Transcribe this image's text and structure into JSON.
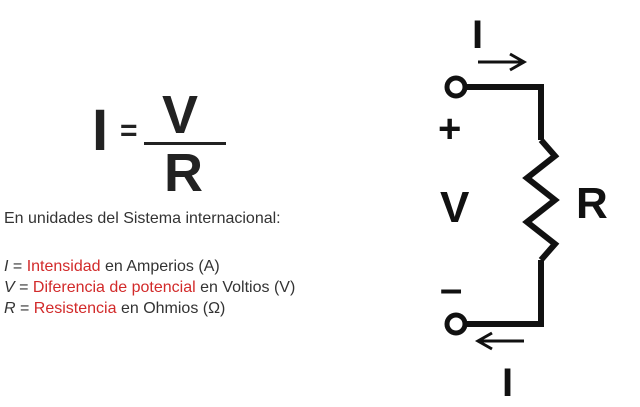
{
  "formula": {
    "lhs": "I",
    "equals": "=",
    "numerator": "V",
    "denominator": "R"
  },
  "units_title": "En unidades del Sistema internacional:",
  "definitions": [
    {
      "symbol": "I",
      "eq": " = ",
      "term": "Intensidad",
      "rest": " en Amperios (A)"
    },
    {
      "symbol": "V",
      "eq": " = ",
      "term": "Diferencia de potencial",
      "rest": " en Voltios (V)"
    },
    {
      "symbol": "R",
      "eq": " = ",
      "term": "Resistencia",
      "rest": " en Ohmios (Ω)"
    }
  ],
  "circuit": {
    "current_top": "I",
    "current_bottom": "I",
    "plus": "+",
    "minus": "–",
    "voltage": "V",
    "resistor": "R"
  },
  "colors": {
    "text": "#333333",
    "term_highlight": "#d22a2a",
    "ink": "#111111"
  }
}
